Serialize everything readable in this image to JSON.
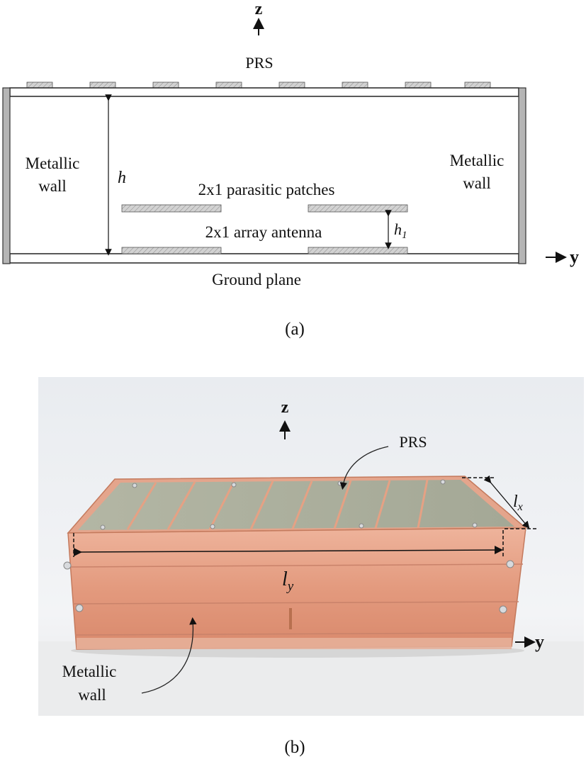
{
  "panel_a": {
    "axis_z": "z",
    "axis_y": "y",
    "prs_label": "PRS",
    "left_wall_line1": "Metallic",
    "left_wall_line2": "wall",
    "right_wall_line1": "Metallic",
    "right_wall_line2": "wall",
    "height_label": "h",
    "h1_main": "h",
    "h1_sub": "1",
    "parasitic_label": "2x1 parasitic patches",
    "array_label": "2x1 array antenna",
    "ground_label": "Ground plane",
    "caption": "(a)"
  },
  "panel_b": {
    "axis_z": "z",
    "axis_y": "y",
    "prs_label": "PRS",
    "lx_main": "l",
    "lx_sub": "x",
    "ly_main": "l",
    "ly_sub": "y",
    "wall_line1": "Metallic",
    "wall_line2": "wall",
    "caption": "(b)"
  },
  "colors": {
    "wall_gray": "#b5b5b5",
    "patch_gray": "#c8c8c8",
    "copper": "#e2977a",
    "copper_dark": "#c97557",
    "prs_green": "#a9ad9a",
    "backdrop": "#eef0f2"
  }
}
